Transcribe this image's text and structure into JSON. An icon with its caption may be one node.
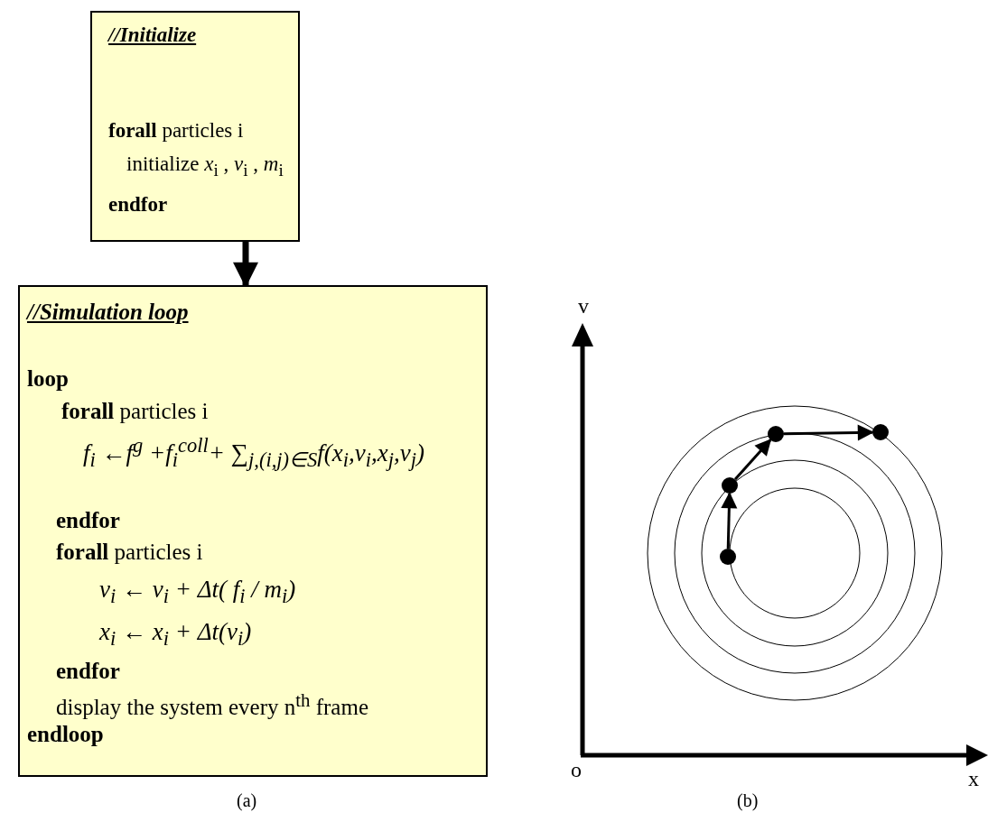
{
  "diagram": {
    "nodes": [
      {
        "text": [
          "//Initialize",
          "**forall** particles i",
          "initialize *x*$_{i}$ , *v*$_{i}$ , *m*$_{i}$",
          "endfor"
        ]
      },
      {
        "text": [
          "//Simulation loop",
          "loop",
          "**forall** particles i",
          "f$_{i}$ ←f$^{g}$ +f$_{i}$$^{coll}$+ ∑$_{j,(i,j)∈S}$f(x$_{i}$,v$_{i}$,x$_{j}$,v$_{j}$)",
          "endfor",
          "**forall** particles i",
          "v$_{i}$ ← v$_{i}$ + Δt( f$_{i}$ / m$_{i}$)",
          "x$_{i}$ ← x$_{i}$ + Δt(v$_{i}$)",
          "endfor",
          "display the system every n$^{th}$ frame",
          "endloop"
        ]
      },
      {
        "text": [],
        "shape": "circle"
      },
      {
        "text": [],
        "shape": "circle"
      },
      {
        "text": [],
        "shape": "circle"
      },
      {
        "text": [],
        "shape": "circle"
      }
    ],
    "edges": [
      {
        "from": 0,
        "to": 1,
        "arrow": "to",
        "style": "thick"
      },
      {
        "from": 2,
        "to": 3,
        "arrow": "to"
      },
      {
        "from": 3,
        "to": 4,
        "arrow": "to"
      },
      {
        "from": 4,
        "to": 5,
        "arrow": "to"
      }
    ],
    "labels": [
      "v",
      "o",
      "x",
      "(a)",
      "(b)"
    ]
  }
}
